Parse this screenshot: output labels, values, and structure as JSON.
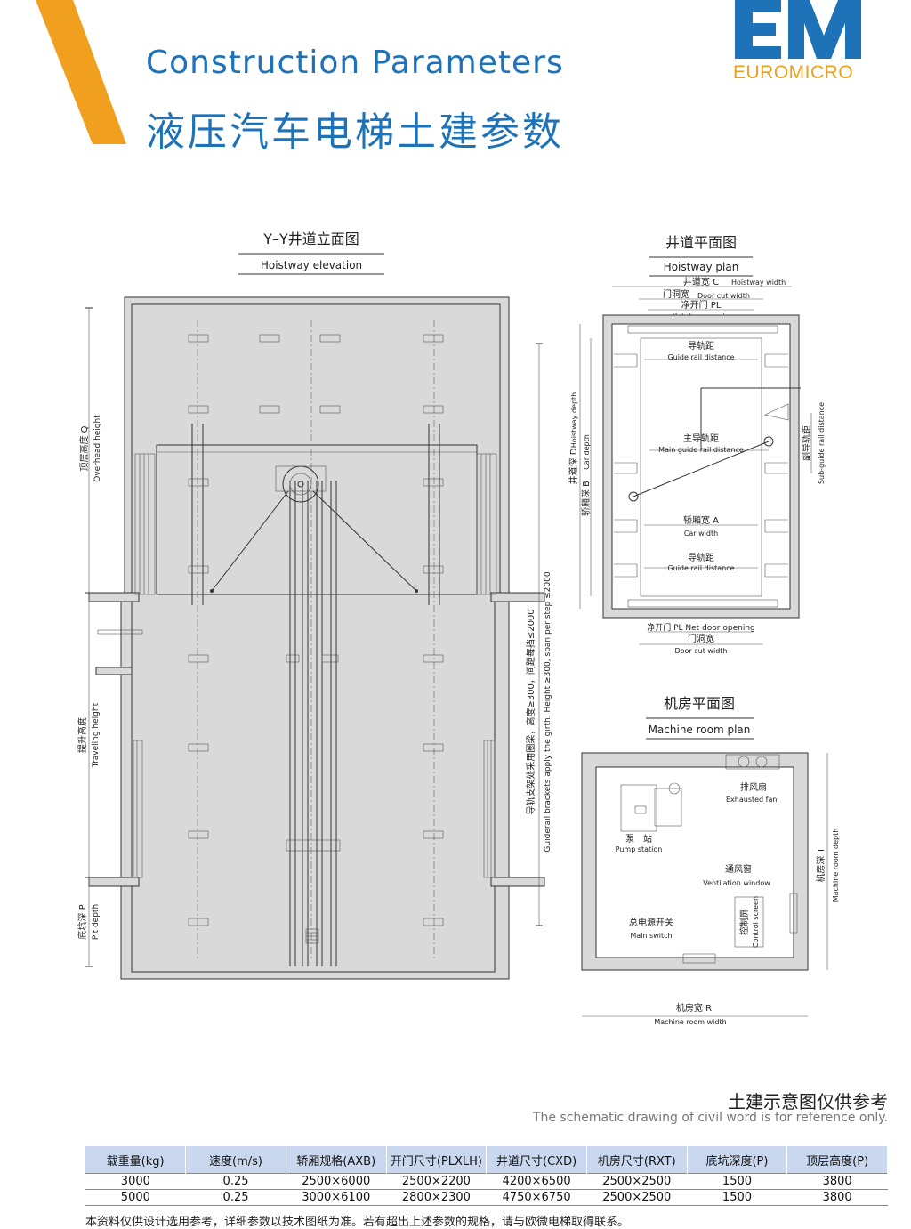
{
  "header": {
    "title_en": "Construction  Parameters",
    "title_cn": "液压汽车电梯土建参数"
  },
  "logo": {
    "mark": "EM",
    "name": "EUROMICRO",
    "colors": {
      "blue": "#1e73b8",
      "orange": "#e8a21e"
    }
  },
  "hoistway_elevation": {
    "title_cn": "Y–Y井道立面图",
    "title_en": "Hoistway elevation",
    "overhead_cn": "顶层高度 Q",
    "overhead_en": "Overhead height",
    "travel_cn": "提升高度",
    "travel_en": "Traveling height",
    "pit_cn": "底坑深 P",
    "pit_en": "Pit depth",
    "bracket_cn": "导轨支架处采用圈梁，高度≥300，间距每挡≤2000",
    "bracket_en": "Guiderail brackets apply the girth. Height ≥300, span per step ≤2000"
  },
  "hoistway_plan": {
    "title_cn": "井道平面图",
    "title_en": "Hoistway plan",
    "width_cn": "井道宽 C",
    "width_en": "Hoistway width",
    "door_cut_cn": "门洞宽",
    "door_cut_en": "Door cut width",
    "net_door_cn": "净开门 PL",
    "net_door_en": "Net door opening",
    "guide_rail_cn": "导轨距",
    "guide_rail_en": "Guide rail distance",
    "main_guide_cn": "主导轨距",
    "main_guide_en": "Main guide rail distance",
    "car_width_cn": "轿厢宽 A",
    "car_width_en": "Car width",
    "net_door_bottom": "净开门 PL Net door opening",
    "depth_cn": "井道深 D",
    "depth_en": "Hoistway depth",
    "car_depth_cn": "轿厢深 B",
    "car_depth_en": "Car depth",
    "sub_guide_cn": "副导轨距",
    "sub_guide_en": "Sub-guide rail distance"
  },
  "machine_room": {
    "title_cn": "机房平面图",
    "title_en": "Machine room plan",
    "fan_cn": "排风扇",
    "fan_en": "Exhausted fan",
    "pump_cn": "泵　站",
    "pump_en": "Pump station",
    "vent_cn": "通风窗",
    "vent_en": "Ventilation window",
    "switch_cn": "总电源开关",
    "switch_en": "Main switch",
    "screen_cn": "控制屏",
    "screen_en": "Control screen",
    "width_cn": "机房宽 R",
    "width_en": "Machine room width",
    "depth_cn": "机房深 T",
    "depth_en": "Machine room depth"
  },
  "reference": {
    "cn": "土建示意图仅供参考",
    "en": "The schematic drawing of civil word is for reference only."
  },
  "table": {
    "headers": [
      "载重量(kg)",
      "速度(m/s)",
      "轿厢规格(AXB)",
      "开门尺寸(PLXLH)",
      "井道尺寸(CXD)",
      "机房尺寸(RXT)",
      "底坑深度(P)",
      "顶层高度(P)"
    ],
    "rows": [
      [
        "3000",
        "0.25",
        "2500×6000",
        "2500×2200",
        "4200×6500",
        "2500×2500",
        "1500",
        "3800"
      ],
      [
        "5000",
        "0.25",
        "3000×6100",
        "2800×2300",
        "4750×6750",
        "2500×2500",
        "1500",
        "3800"
      ]
    ]
  },
  "footnote": "本资料仅供设计选用参考，详细参数以技术图纸为准。若有超出上述参数的规格，请与欧微电梯取得联系。"
}
